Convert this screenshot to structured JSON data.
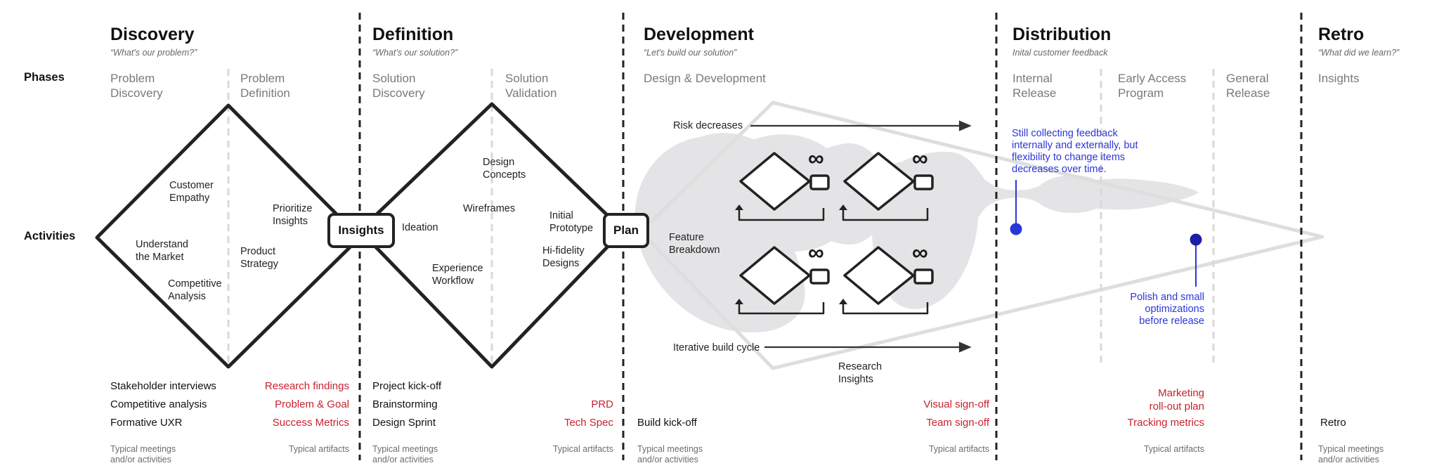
{
  "stages": [
    {
      "title": "Discovery",
      "subtitle": "“What's our problem?”"
    },
    {
      "title": "Definition",
      "subtitle": "“What's our solution?”"
    },
    {
      "title": "Development",
      "subtitle": "“Let's build our solution”"
    },
    {
      "title": "Distribution",
      "subtitle": "Inital customer feedback"
    },
    {
      "title": "Retro",
      "subtitle": "“What did we learn?”"
    }
  ],
  "row_labels": {
    "phases": "Phases",
    "activities": "Activities"
  },
  "phases": [
    {
      "line1": "Problem",
      "line2": "Discovery"
    },
    {
      "line1": "Problem",
      "line2": "Definition"
    },
    {
      "line1": "Solution",
      "line2": "Discovery"
    },
    {
      "line1": "Solution",
      "line2": "Validation"
    },
    {
      "line1": "Design & Development",
      "line2": ""
    },
    {
      "line1": "Internal",
      "line2": "Release"
    },
    {
      "line1": "Early Access",
      "line2": "Program"
    },
    {
      "line1": "General",
      "line2": "Release"
    },
    {
      "line1": "Insights",
      "line2": ""
    }
  ],
  "activities": [
    {
      "line1": "Customer",
      "line2": "Empathy"
    },
    {
      "line1": "Understand",
      "line2": "the Market"
    },
    {
      "line1": "Competitive",
      "line2": "Analysis"
    },
    {
      "line1": "Prioritize",
      "line2": "Insights"
    },
    {
      "line1": "Product",
      "line2": "Strategy"
    },
    {
      "line1": "Design",
      "line2": "Concepts"
    },
    {
      "line1": "Wireframes",
      "line2": ""
    },
    {
      "line1": "Ideation",
      "line2": ""
    },
    {
      "line1": "Experience",
      "line2": "Workflow"
    },
    {
      "line1": "Initial",
      "line2": "Prototype"
    },
    {
      "line1": "Hi-fidelity",
      "line2": "Designs"
    },
    {
      "line1": "Feature",
      "line2": "Breakdown"
    },
    {
      "line1": "Research",
      "line2": "Insights"
    }
  ],
  "nodes": {
    "insights": "Insights",
    "plan": "Plan"
  },
  "dev_labels": {
    "risk": "Risk decreases",
    "iterative": "Iterative build cycle",
    "infinity": "∞"
  },
  "distribution_notes": {
    "feedback": [
      "Still collecting feedback",
      "internally and externally, but",
      "flexibility to change items",
      "decreases over time."
    ],
    "polish": [
      "Polish and small",
      "optimizations",
      "before release"
    ]
  },
  "meetings": {
    "discovery": [
      "Stakeholder interviews",
      "Competitive analysis",
      "Formative UXR"
    ],
    "definition": [
      "Project kick-off",
      "Brainstorming",
      "Design Sprint"
    ],
    "development": [
      "Build kick-off"
    ],
    "retro": [
      "Retro"
    ]
  },
  "artifacts": {
    "discovery": [
      "Research findings",
      "Problem & Goal",
      "Success Metrics"
    ],
    "definition": [
      "PRD",
      "Tech Spec"
    ],
    "development": [
      "Visual sign-off",
      "Team sign-off"
    ],
    "distribution": [
      "Marketing",
      "roll-out plan",
      "Tracking metrics"
    ]
  },
  "footer": {
    "meetings_line1": "Typical meetings",
    "meetings_line2": "and/or activities",
    "artifacts": "Typical artifacts"
  },
  "colors": {
    "ink": "#222222",
    "artifact": "#c7222f",
    "note": "#2b36d9",
    "blob": "#e4e4e6",
    "funnel": "#dedede"
  }
}
